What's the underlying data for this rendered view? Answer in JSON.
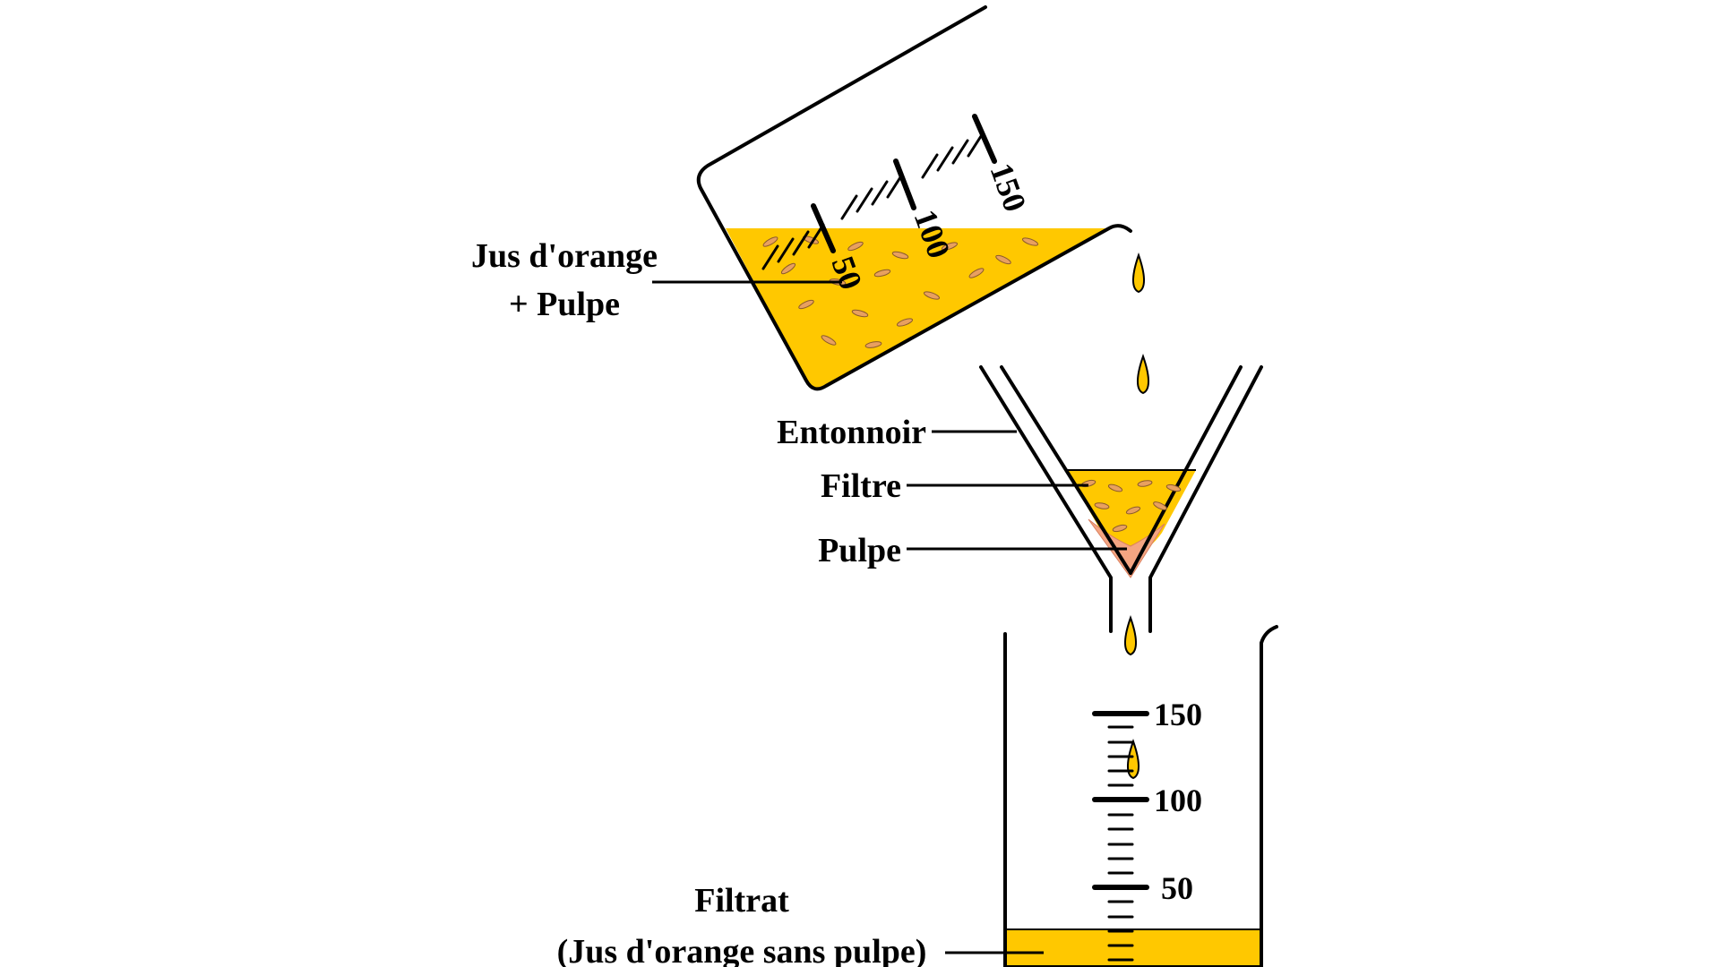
{
  "labels": {
    "juice_line1": "Jus d'orange",
    "juice_line2": "+ Pulpe",
    "funnel": "Entonnoir",
    "filter": "Filtre",
    "pulp": "Pulpe",
    "filtrate_line1": "Filtrat",
    "filtrate_line2": "(Jus d'orange sans pulpe)"
  },
  "tilted_beaker": {
    "scale_labels": [
      "50",
      "100",
      "150"
    ]
  },
  "receiving_beaker": {
    "scale_labels": [
      "150",
      "100",
      "50"
    ]
  },
  "colors": {
    "juice": "#FFC800",
    "pulp_residue": "#F4A582",
    "pulp_speck": "#E8A060",
    "outline": "#000000"
  }
}
